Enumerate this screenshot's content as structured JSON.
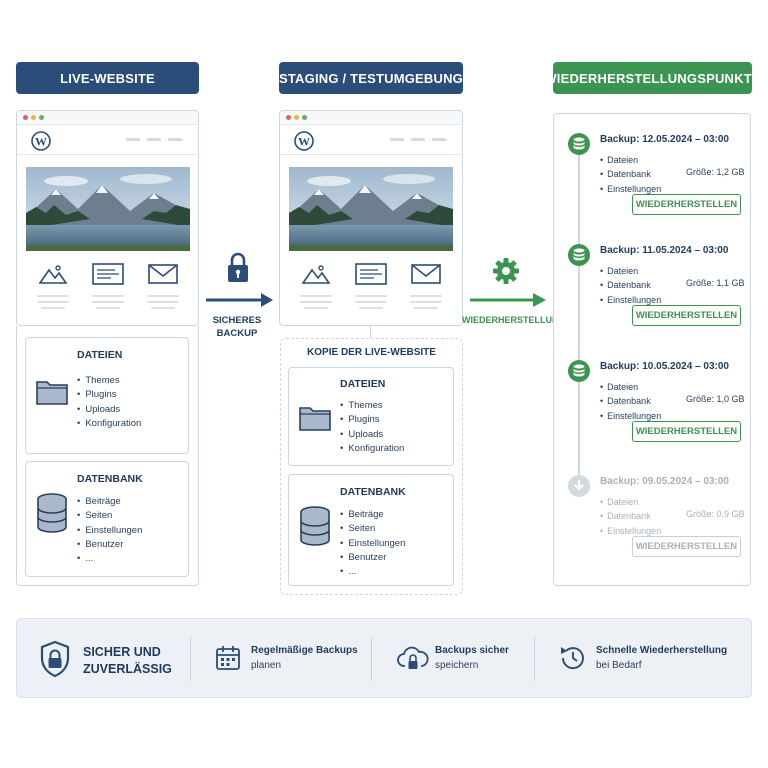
{
  "headers": {
    "live": "LIVE-WEBSITE",
    "staging": "STAGING / TESTUMGEBUNG",
    "restore_points": "WIEDERHERSTELLUNGSPUNKTE"
  },
  "arrows": {
    "backup_line1": "SICHERES",
    "backup_line2": "BACKUP",
    "restore": "WIEDERHERSTELLUNG"
  },
  "live": {
    "files": {
      "title": "DATEIEN",
      "items": [
        "Themes",
        "Plugins",
        "Uploads",
        "Konfiguration"
      ]
    },
    "database": {
      "title": "DATENBANK",
      "items": [
        "Beiträge",
        "Seiten",
        "Einstellungen",
        "Benutzer",
        "..."
      ]
    }
  },
  "staging": {
    "copy_label": "KOPIE DER LIVE-WEBSITE",
    "files": {
      "title": "DATEIEN",
      "items": [
        "Themes",
        "Plugins",
        "Uploads",
        "Konfiguration"
      ]
    },
    "database": {
      "title": "DATENBANK",
      "items": [
        "Beiträge",
        "Seiten",
        "Einstellungen",
        "Benutzer",
        "..."
      ]
    }
  },
  "restore_points": [
    {
      "title": "Backup: 12.05.2024 – 03:00",
      "items": [
        "Dateien",
        "Datenbank",
        "Einstellungen"
      ],
      "size": "Größe: 1,2 GB",
      "button": "WIEDERHERSTELLEN"
    },
    {
      "title": "Backup: 11.05.2024 – 03:00",
      "items": [
        "Dateien",
        "Datenbank",
        "Einstellungen"
      ],
      "size": "Größe: 1,1 GB",
      "button": "WIEDERHERSTELLEN"
    },
    {
      "title": "Backup: 10.05.2024 – 03:00",
      "items": [
        "Dateien",
        "Datenbank",
        "Einstellungen"
      ],
      "size": "Größe: 1,0 GB",
      "button": "WIEDERHERSTELLEN"
    },
    {
      "title": "Backup: 09.05.2024 – 03:00",
      "items": [
        "Dateien",
        "Datenbank",
        "Einstellungen"
      ],
      "size": "Größe: 0,9 GB",
      "button": "WIEDERHERSTELLEN"
    }
  ],
  "footer": {
    "secure_line1": "SICHER UND",
    "secure_line2": "ZUVERLÄSSIG",
    "f1_bold": "Regelmäßige Backups",
    "f1_rest": "planen",
    "f2_bold": "Backups sicher",
    "f2_rest": "speichern",
    "f3_bold": "Schnelle Wiederherstellung",
    "f3_rest": "bei Bedarf"
  },
  "colors": {
    "navy": "#2a4d7a",
    "green": "#3c9451",
    "panel_bg": "#edf1f5",
    "border": "#cfd6de"
  },
  "icons": [
    "wordpress-logo",
    "mountain-icon",
    "window-icon",
    "mail-icon",
    "folder-icon",
    "database-icon",
    "lock-icon",
    "gear-icon",
    "shield-lock-icon",
    "calendar-icon",
    "cloud-lock-icon",
    "history-clock-icon"
  ]
}
